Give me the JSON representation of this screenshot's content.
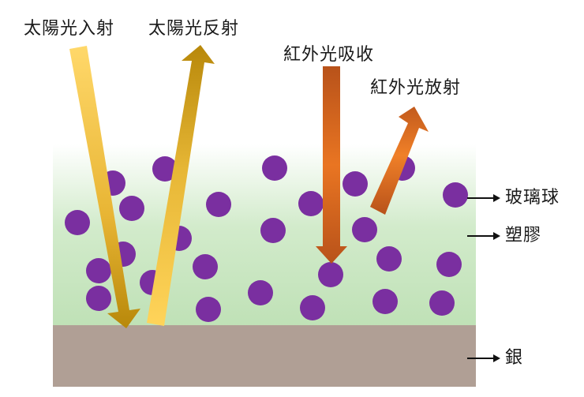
{
  "labels": {
    "solar_incident": "太陽光入射",
    "solar_reflected": "太陽光反射",
    "ir_absorbed": "紅外光吸收",
    "ir_emitted": "紅外光放射",
    "glass_beads": "玻璃球",
    "plastic": "塑膠",
    "silver": "銀"
  },
  "colors": {
    "bead": "#7a2fa0",
    "plastic_green": "#bfe1b6",
    "silver": "#b09f95",
    "solar_light": "#ffd45a",
    "solar_dark": "#b8880a",
    "ir_light": "#f08028",
    "ir_dark": "#b8521a"
  }
}
